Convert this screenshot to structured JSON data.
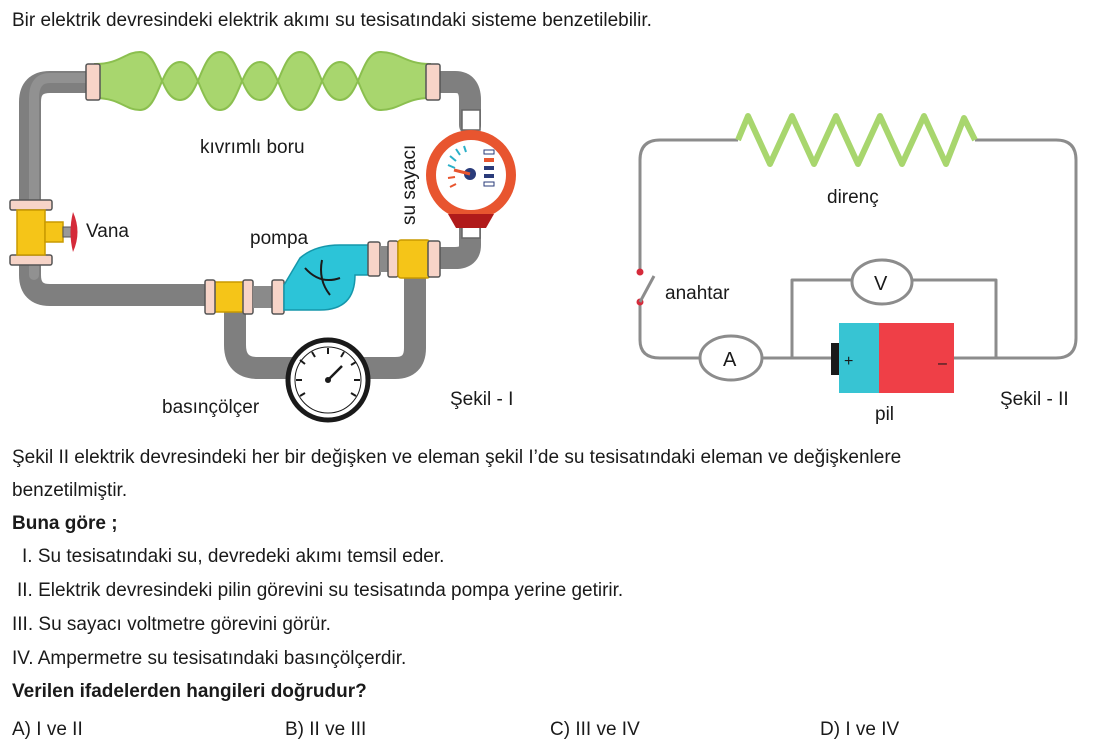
{
  "intro": "Bir elektrik devresindeki elektrik akımı su tesisatındaki sisteme benzetilebilir.",
  "figure1": {
    "caption": "Şekil - I",
    "labels": {
      "coil": "kıvrımlı boru",
      "meter": "su sayacı",
      "valve": "Vana",
      "pump": "pompa",
      "gauge": "basınçölçer"
    }
  },
  "figure2": {
    "caption": "Şekil - II",
    "labels": {
      "resistor": "direnç",
      "switch": "anahtar",
      "voltmeter": "V",
      "ammeter": "A",
      "battery": "pil",
      "plus": "+",
      "minus": "–"
    }
  },
  "paragraph_line1": "Şekil II elektrik devresindeki her bir değişken ve eleman şekil I’de su tesisatındaki eleman ve değişkenlere",
  "paragraph_line2": "benzetilmiştir.",
  "prompt": "Buna göre ;",
  "statements": [
    "I. Su tesisatındaki su, devredeki akımı temsil eder.",
    "II. Elektrik devresindeki pilin görevini su tesisatında pompa yerine getirir.",
    "III. Su sayacı voltmetre görevini görür.",
    "IV. Ampermetre su tesisatındaki basınçölçerdir."
  ],
  "question": "Verilen ifadelerden hangileri doğrudur?",
  "options": [
    "A) I ve II",
    "B) II ve III",
    "C) III ve IV",
    "D) I ve IV"
  ],
  "colors": {
    "pipe": "#8a8a8a",
    "coil": "#a8d66e",
    "fitting": "#f5c518",
    "collar": "#f7d4c8",
    "pump": "#2cc4d8",
    "meter_ring": "#e8552f",
    "valve_handle": "#d52a3a",
    "battery_plus": "#37c4d3",
    "battery_minus": "#ef3f47",
    "wire": "#8c8c8c",
    "resistor": "#a8d66e"
  }
}
